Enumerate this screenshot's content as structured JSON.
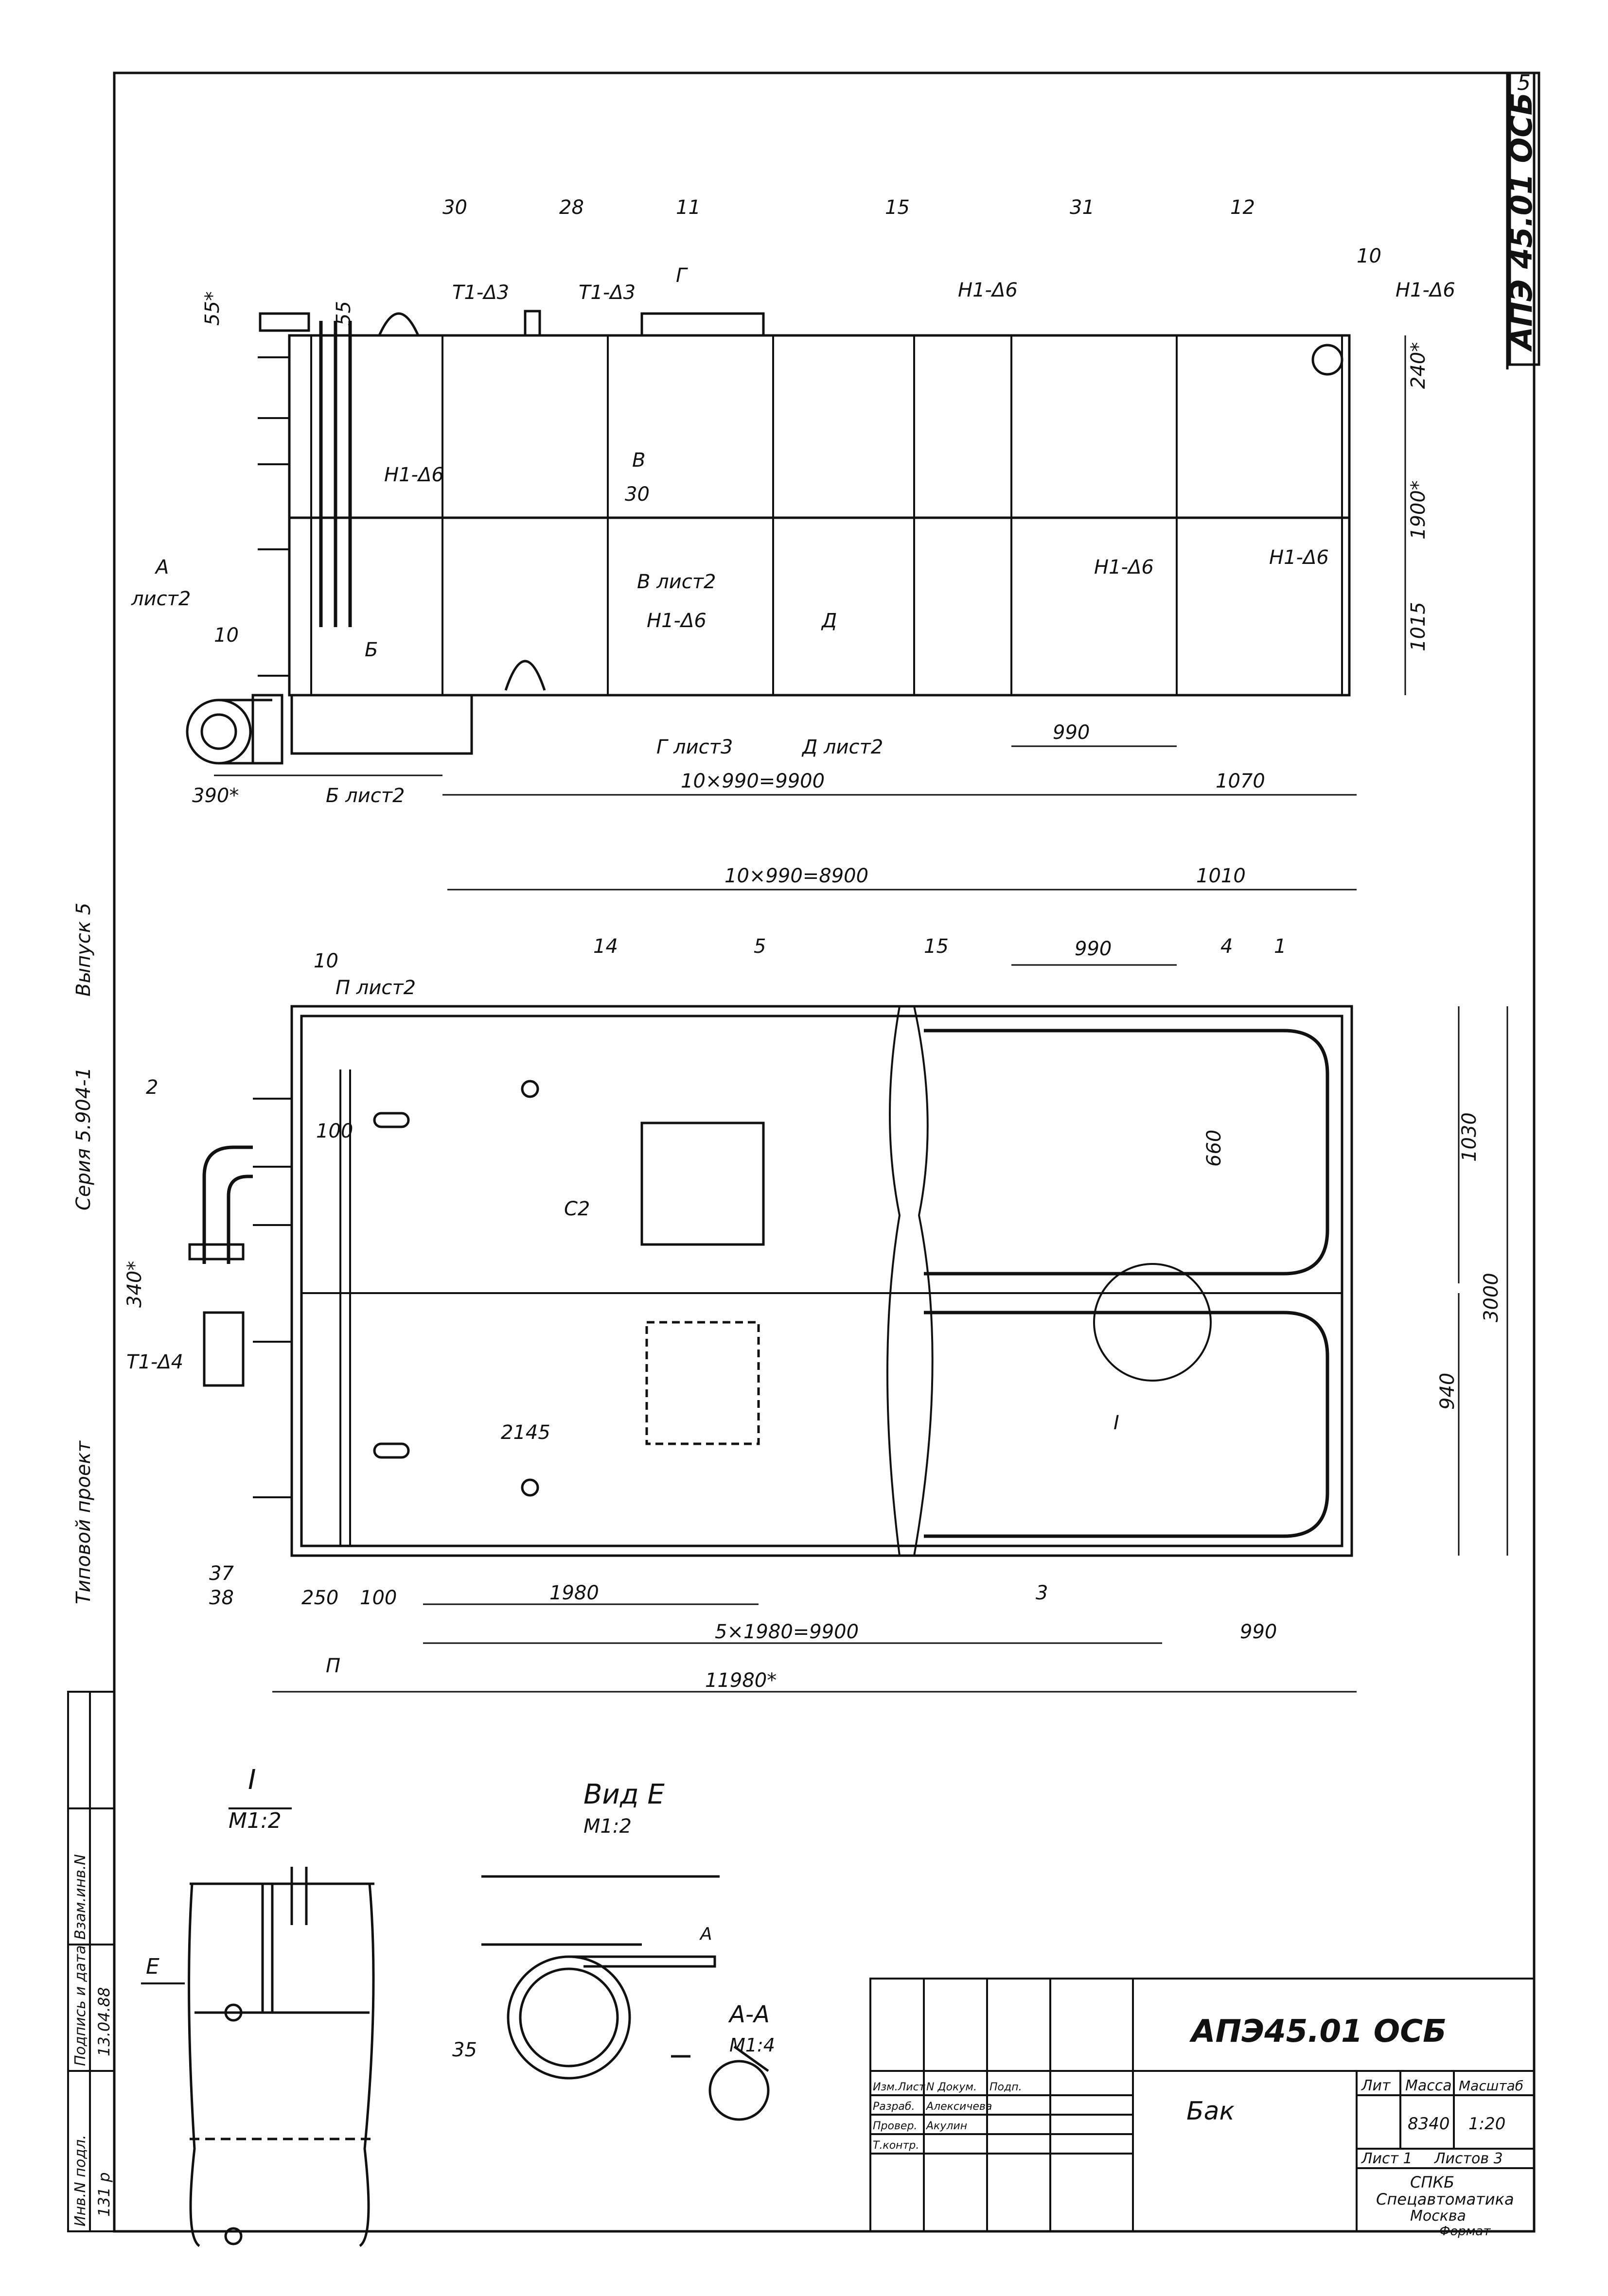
{
  "stamp": {
    "code_vertical": "АПЭ 45.01 ОСБ",
    "code_main": "АПЭ45.01 ОСБ",
    "title": "Бак",
    "lit_label": "Лит",
    "mass_label": "Масса",
    "scale_label": "Масштаб",
    "mass": "8340",
    "scale": "1:20",
    "sheet_label": "Лист 1",
    "sheets_label": "Листов 3",
    "org_line1": "СПКБ",
    "org_line2": "Спецавтоматика",
    "org_line3": "Москва",
    "format_label": "Формат",
    "rows": [
      {
        "role": "Изм.Лист",
        "name": "N Докум.",
        "sign": "Подп."
      },
      {
        "role": "Разраб.",
        "name": "Алексичева",
        "sign": ""
      },
      {
        "role": "Провер.",
        "name": "Акулин",
        "sign": ""
      },
      {
        "role": "Т.контр.",
        "name": "",
        "sign": ""
      }
    ]
  },
  "page_number": "5",
  "left_margin": {
    "series": "Серия 5.904-1",
    "issue": "Выпуск 5",
    "type": "Типовой проект",
    "inv_label": "Инв.N подл.",
    "sign_label": "Подпись и дата",
    "replace_label": "Взам.инв.N",
    "inv_value": "131 р",
    "date_value": "13.04.88"
  },
  "top_view": {
    "labels": {
      "p30": "30",
      "p28": "28",
      "p11": "11",
      "p15": "15",
      "p31": "31",
      "p12": "12",
      "p10": "10",
      "w1": "Т1-Δ3",
      "w2": "Т1-Δ3",
      "w3": "Н1-Δ6",
      "w4": "Н1-Δ6",
      "w5": "Н1-Δ6",
      "w6": "Н1-Δ6",
      "w7": "Н1-Δ6",
      "w8": "Н1-Δ6",
      "sec_a": "А",
      "sec_a_sheet": "лист2",
      "sec_b": "Б",
      "sec_b_sheet": "Б лист2",
      "sec_v": "В",
      "sec_v_sheet": "В лист2",
      "sec_g": "Г",
      "sec_g_sheet": "Г лист3",
      "sec_d": "Д",
      "sec_d_sheet": "Д лист2",
      "top_dim": "10",
      "d55a": "55*",
      "d55b": "55",
      "d30": "30",
      "dim_990": "990",
      "dim_9900": "10×990=9900",
      "dim_1070": "1070",
      "dim_390": "390*",
      "dim_240": "240*",
      "dim_1900": "1900*",
      "dim_1015": "1015"
    }
  },
  "plan_view": {
    "labels": {
      "dim_top": "10×990=8900",
      "dim_1010": "1010",
      "dim_990": "990",
      "p14": "14",
      "p5": "5",
      "p15": "15",
      "p4": "4",
      "p1": "1",
      "p2": "2",
      "dim_660": "660",
      "dim_1030": "1030",
      "dim_940": "940",
      "dim_3000": "3000",
      "dim_340": "340*",
      "weld": "Т1-Δ4",
      "p37": "37",
      "p38": "38",
      "dim_250": "250",
      "dim_100": "100",
      "dim_1980": "1980",
      "dim_5x": "5×1980=9900",
      "dim_11980": "11980*",
      "dim_990b": "990",
      "p3": "3",
      "node_i": "I",
      "c2": "С2",
      "text_2145": "2145",
      "sec_p": "П",
      "sec_p_sheet": "П лист2",
      "d10": "10",
      "d100": "100"
    }
  },
  "detail_i": {
    "title": "I",
    "scale": "М1:2",
    "arrow": "Е"
  },
  "detail_e": {
    "title": "Вид Е",
    "scale": "М1:2",
    "p35": "35",
    "sec": "А-А",
    "sec_scale": "М1:4",
    "a_mark": "А"
  }
}
